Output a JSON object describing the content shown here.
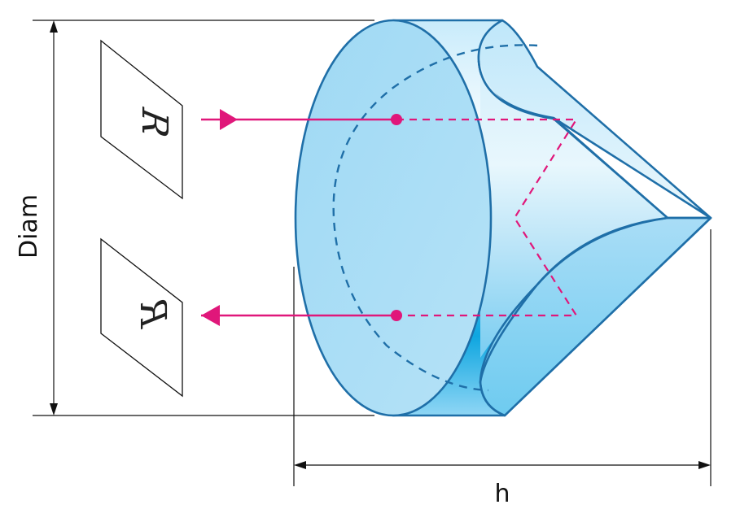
{
  "labels": {
    "diameter": "Diam",
    "height": "h"
  },
  "object_image": {
    "upper_glyph": "R",
    "lower_glyph": "R"
  },
  "colors": {
    "beam": "#e0177a",
    "prism_edge": "#1f6fa8",
    "prism_face_light": "#a9dcf5",
    "prism_face_mid": "#6cc7ef",
    "prism_face_dark": "#12a9e2",
    "dimension_line": "#111111"
  },
  "diagram_kind": "corner cube retroreflector ray path"
}
